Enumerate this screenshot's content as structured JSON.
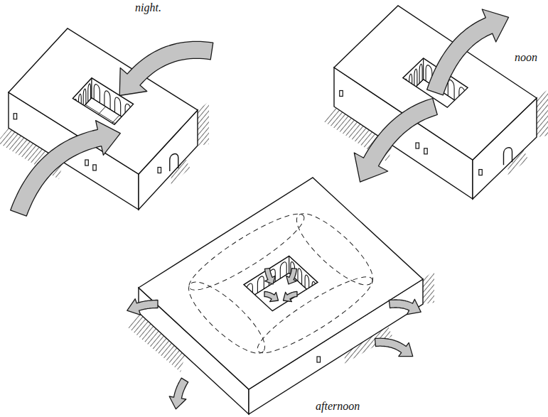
{
  "diagram": {
    "labels": [
      "night.",
      "noon",
      "afternoon"
    ]
  }
}
